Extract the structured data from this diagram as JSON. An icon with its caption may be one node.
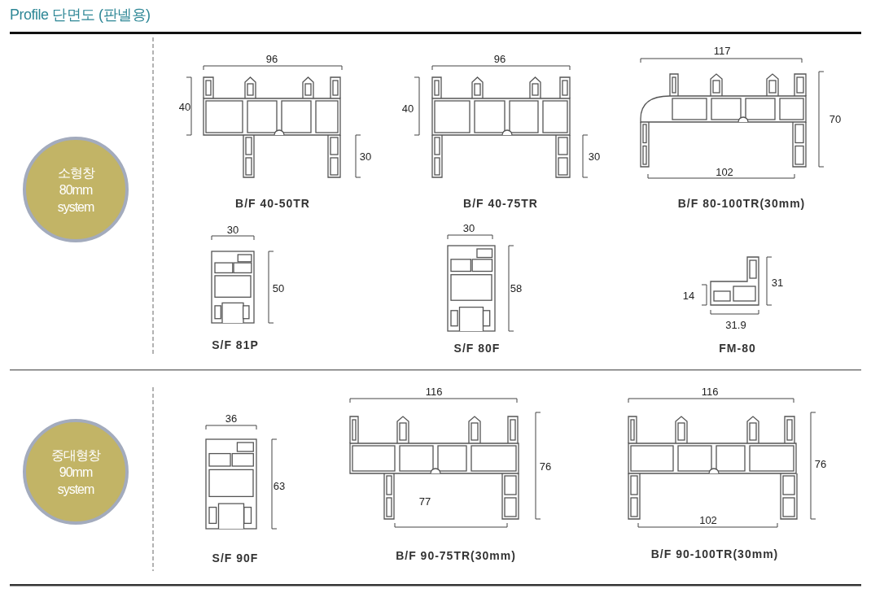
{
  "diagram": {
    "title": "Profile 단면도 (판넬용)",
    "nodes": [
      {
        "text": [
          "소형창 80mm system"
        ]
      },
      {
        "text": [
          "중대형창 90mm system"
        ]
      }
    ],
    "edges": [],
    "labels": [
      "96",
      "40",
      "30",
      "B/F 40-50TR",
      "96",
      "40",
      "30",
      "B/F 40-75TR",
      "117",
      "70",
      "102",
      "B/F 80-100TR(30mm)",
      "30",
      "50",
      "S/F 81P",
      "30",
      "58",
      "S/F 80F",
      "31",
      "14",
      "31.9",
      "FM-80",
      "36",
      "63",
      "S/F 90F",
      "116",
      "76",
      "77",
      "B/F 90-75TR(30mm)",
      "116",
      "76",
      "102",
      "B/F 90-100TR(30mm)"
    ]
  }
}
